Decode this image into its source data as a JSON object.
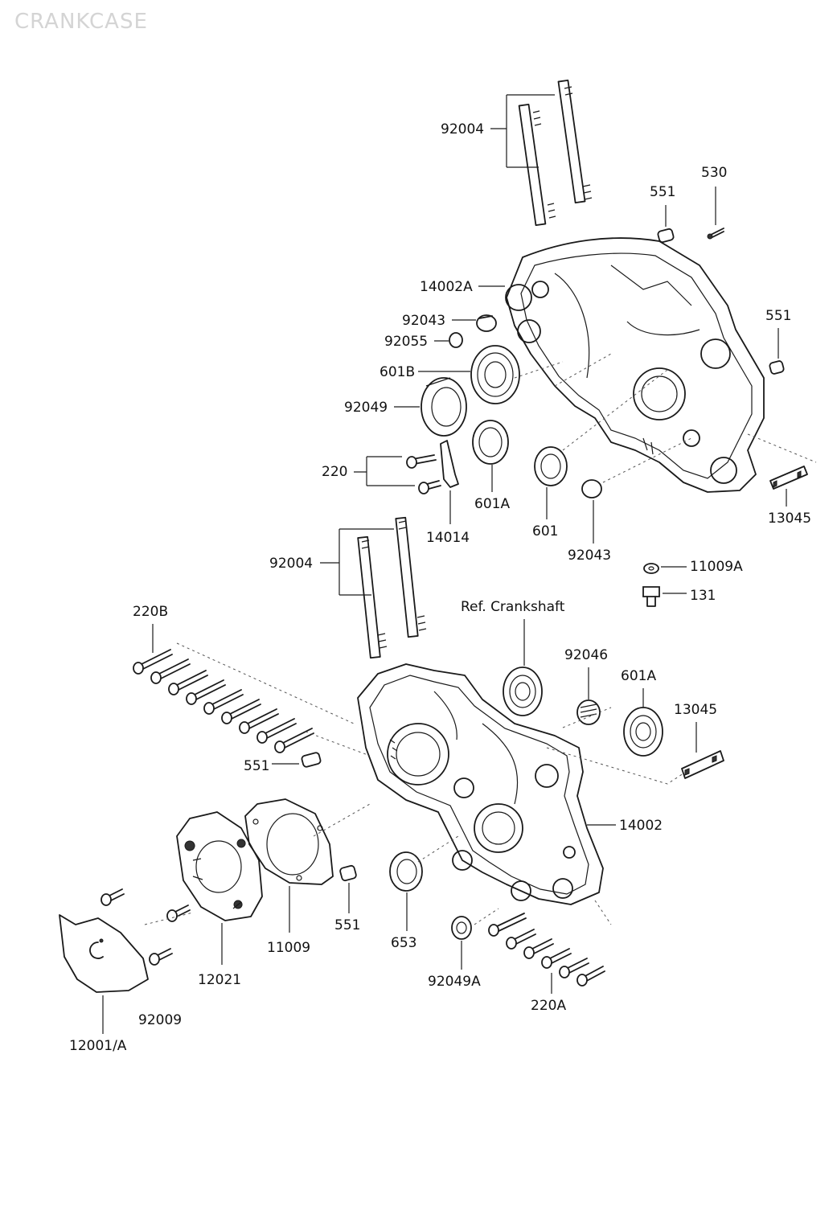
{
  "title": "CRANKCASE",
  "callouts": {
    "c92004_top": "92004",
    "c530": "530",
    "c551_a": "551",
    "c14002A": "14002A",
    "c92043_a": "92043",
    "c92055": "92055",
    "c551_b": "551",
    "c601B": "601B",
    "c92049": "92049",
    "c220": "220",
    "c601A_a": "601A",
    "c14014": "14014",
    "c601": "601",
    "c13045_a": "13045",
    "c92043_b": "92043",
    "c92004_mid": "92004",
    "c11009A": "11009A",
    "c131": "131",
    "ref_crankshaft": "Ref. Crankshaft",
    "c220B": "220B",
    "c92046": "92046",
    "c601A_b": "601A",
    "c13045_b": "13045",
    "c551_c": "551",
    "c14002": "14002",
    "c551_d": "551",
    "c653": "653",
    "c11009": "11009",
    "c12021": "12021",
    "c92049A": "92049A",
    "c220A": "220A",
    "c92009": "92009",
    "c12001A": "12001/A"
  }
}
